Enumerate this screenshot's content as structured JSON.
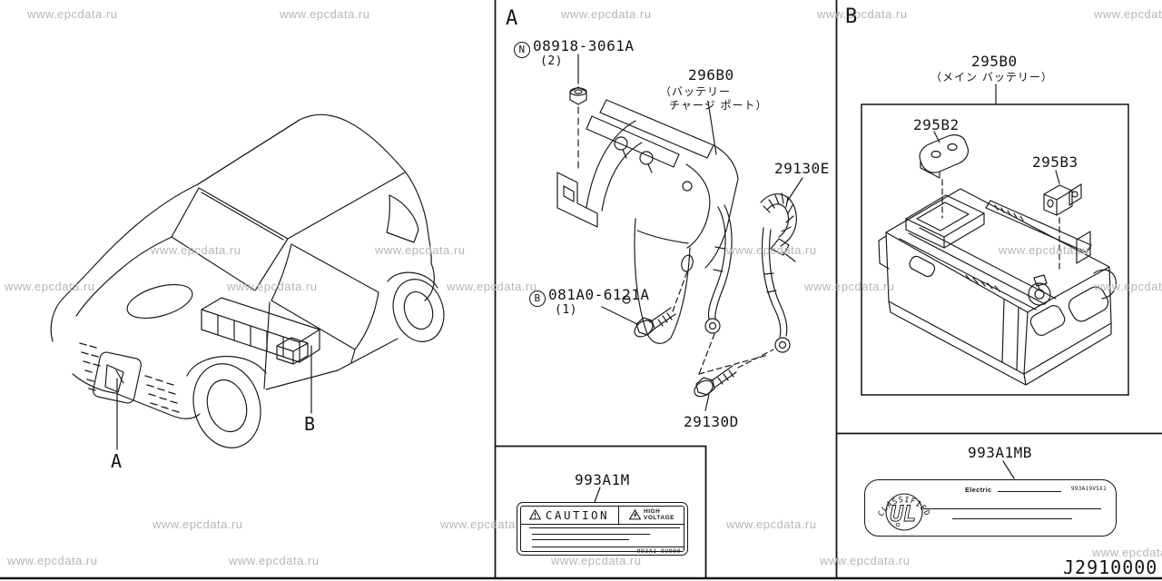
{
  "watermark": {
    "text": "www.epcdata.ru"
  },
  "footer": {
    "diagram_code": "J2910000"
  },
  "car_panel": {
    "callout_a": "A",
    "callout_b": "B"
  },
  "section_a": {
    "letter": "A",
    "nut": {
      "symbol": "N",
      "part_number": "08918-3061A",
      "quantity": "(2)"
    },
    "charge_port": {
      "part_number": "296B0",
      "name_jp_line1": "（バッテリー",
      "name_jp_line2": "チャージ ポート）"
    },
    "clamp": {
      "part_number": "29130E"
    },
    "bolt": {
      "symbol": "B",
      "part_number": "081A0-6121A",
      "quantity": "(1)"
    },
    "harness": {
      "part_number": "29130D"
    },
    "caution_label": {
      "part_number": "993A1M",
      "title": "CAUTION",
      "subtitle_line1": "HIGH",
      "subtitle_line2": "VOLTAGE",
      "code": "993A1 9V000"
    }
  },
  "section_b": {
    "letter": "B",
    "main_battery": {
      "part_number": "295B0",
      "name_jp": "（メイン バッテリー）"
    },
    "bracket": {
      "part_number": "295B2"
    },
    "terminal": {
      "part_number": "295B3"
    },
    "ul_label": {
      "part_number": "993A1MB",
      "arc_text": "CLASSIFIED",
      "monogram": "UL",
      "field_label": "Electric",
      "code": "993A19V5X1"
    }
  }
}
